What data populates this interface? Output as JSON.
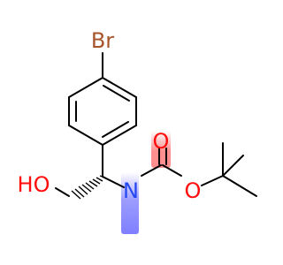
{
  "molecule": {
    "atoms": {
      "bromine": "Br",
      "hydroxyl": "HO",
      "carbonyl_oxygen": "O",
      "nitrogen": "N",
      "ester_oxygen": "O"
    },
    "colors": {
      "bond": "#000000",
      "bromine": "#a6542a",
      "oxygen": "#ff0d0d",
      "nitrogen": "#2448f2",
      "oxygen_highlight": "#ff9a9a",
      "nitrogen_highlight": "#9c9cff"
    }
  }
}
